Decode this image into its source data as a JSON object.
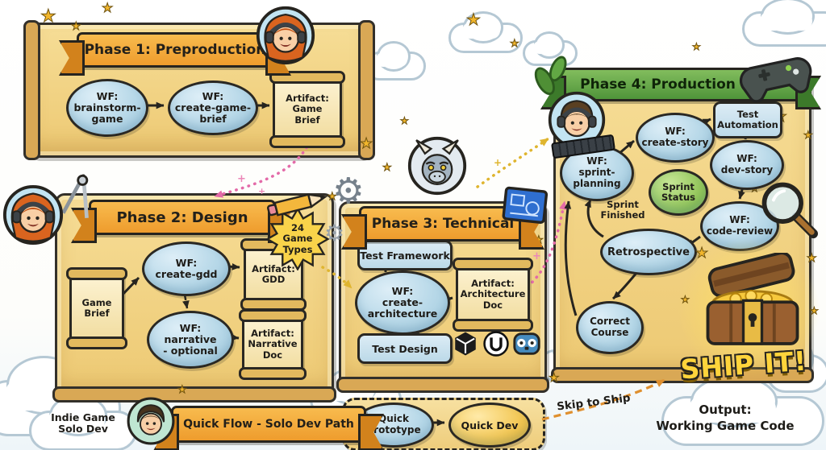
{
  "colors": {
    "banner_orange": "#f0a136",
    "banner_green": "#5f9e3f",
    "node_blue": "#aed2e4",
    "status_green": "#8cc152",
    "parchment": "#f2d98b",
    "artifact_cream": "#f8ecc4",
    "ship_gold": "#ffd43b",
    "dotted_pink": "#e36aa8",
    "dotted_yellow": "#dfb52f"
  },
  "icons": {
    "star": "★",
    "gear": "⚙",
    "sparkle": "+"
  },
  "phase1": {
    "title": "Phase 1: Preproduction",
    "wf_brainstorm": "WF:\nbrainstorm-\ngame",
    "wf_create_game_brief": "WF:\ncreate-game-\nbrief",
    "artifact_game_brief": "Artifact:\nGame\nBrief"
  },
  "phase2": {
    "title": "Phase 2: Design",
    "badge": "24\nGame\nTypes",
    "game_brief": "Game\nBrief",
    "wf_create_gdd": "WF:\ncreate-gdd",
    "artifact_gdd": "Artifact:\nGDD",
    "wf_narrative": "WF:\nnarrative\n- optional",
    "artifact_narrative": "Artifact:\nNarrative\nDoc"
  },
  "phase3": {
    "title": "Phase 3: Technical",
    "test_framework": "Test Framework",
    "wf_create_architecture": "WF:\ncreate-\narchitecture",
    "artifact_architecture": "Artifact:\nArchitecture\nDoc",
    "test_design": "Test Design"
  },
  "phase4": {
    "title": "Phase 4: Production Cycle",
    "wf_sprint_planning": "WF:\nsprint-\nplanning",
    "wf_create_story": "WF:\ncreate-story",
    "test_automation": "Test\nAutomation",
    "wf_dev_story": "WF:\ndev-story",
    "sprint_status": "Sprint\nStatus",
    "wf_code_review": "WF:\ncode-review",
    "sprint_finished": "Sprint\nFinished",
    "retrospective": "Retrospective",
    "correct_course": "Correct\nCourse",
    "ship_it": "SHIP IT!"
  },
  "quick_flow": {
    "solo_dev_label": "Indie Game\nSolo Dev",
    "banner": "Quick Flow - Solo Dev Path",
    "quick_prototype": "Quick\nPrototype",
    "quick_dev": "Quick Dev",
    "skip_to_ship": "Skip to Ship",
    "output": "Output:\nWorking Game Code"
  }
}
